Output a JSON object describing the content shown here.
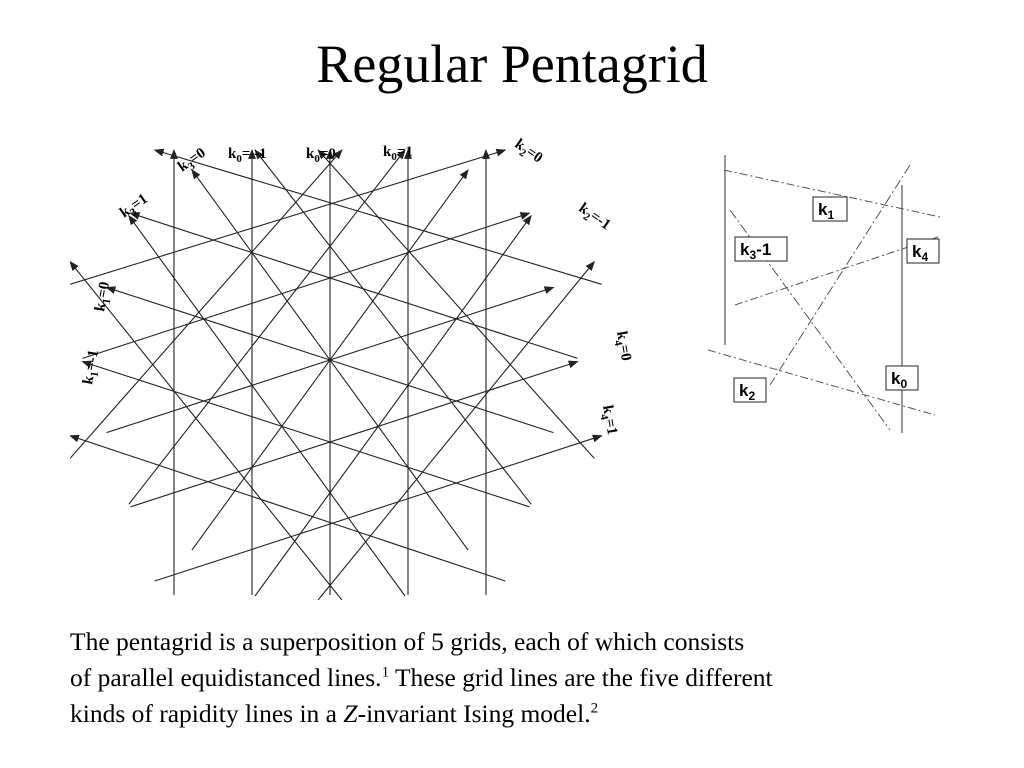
{
  "title": "Regular Pentagrid",
  "grid_labels": [
    {
      "k": "k",
      "sub": "3",
      "rest": "=0"
    },
    {
      "k": "k",
      "sub": "0",
      "rest": "= -1"
    },
    {
      "k": "k",
      "sub": "0",
      "rest": "=0"
    },
    {
      "k": "k",
      "sub": "0",
      "rest": "=1"
    },
    {
      "k": "k",
      "sub": "2",
      "rest": "=0"
    },
    {
      "k": "k",
      "sub": "3",
      "rest": "=1"
    },
    {
      "k": "k",
      "sub": "2",
      "rest": "=-1"
    },
    {
      "k": "k",
      "sub": "1",
      "rest": "=0"
    },
    {
      "k": "k",
      "sub": "1",
      "rest": "=-1"
    },
    {
      "k": "k",
      "sub": "4",
      "rest": "=0"
    },
    {
      "k": "k",
      "sub": "4",
      "rest": "=1"
    }
  ],
  "unit_labels": [
    {
      "k": "k",
      "sub": "1",
      "rest": ""
    },
    {
      "k": "k",
      "sub": "3",
      "rest": "-1"
    },
    {
      "k": "k",
      "sub": "4",
      "rest": ""
    },
    {
      "k": "k",
      "sub": "0",
      "rest": ""
    },
    {
      "k": "k",
      "sub": "2",
      "rest": ""
    }
  ],
  "caption": {
    "line1": "The pentagrid is a superposition of 5 grids, each of which consists",
    "line2a": "of parallel equidistanced lines.",
    "sup1": "1",
    "line2b": " These grid lines are the five different",
    "line3a": "kinds of rapidity lines in a ",
    "line3z": "Z",
    "line3b": "-invariant Ising model.",
    "sup2": "2"
  },
  "colors": {
    "line": "#222222",
    "dash": "#555555"
  }
}
